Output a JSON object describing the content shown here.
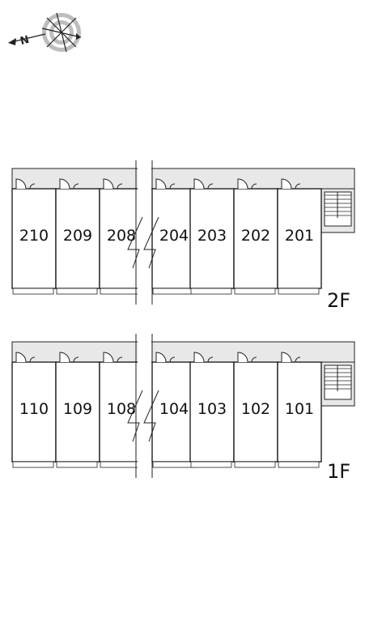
{
  "compass": {
    "label": "N",
    "icon": "compass-icon"
  },
  "floors": [
    {
      "id": "2f",
      "label": "2F",
      "units": [
        "210",
        "209",
        "208",
        "204",
        "203",
        "202",
        "201"
      ]
    },
    {
      "id": "1f",
      "label": "1F",
      "units": [
        "110",
        "109",
        "108",
        "104",
        "103",
        "102",
        "101"
      ]
    }
  ],
  "colors": {
    "corridor": "#e8e8e8",
    "line": "#222222",
    "stair": "#ffffff"
  }
}
